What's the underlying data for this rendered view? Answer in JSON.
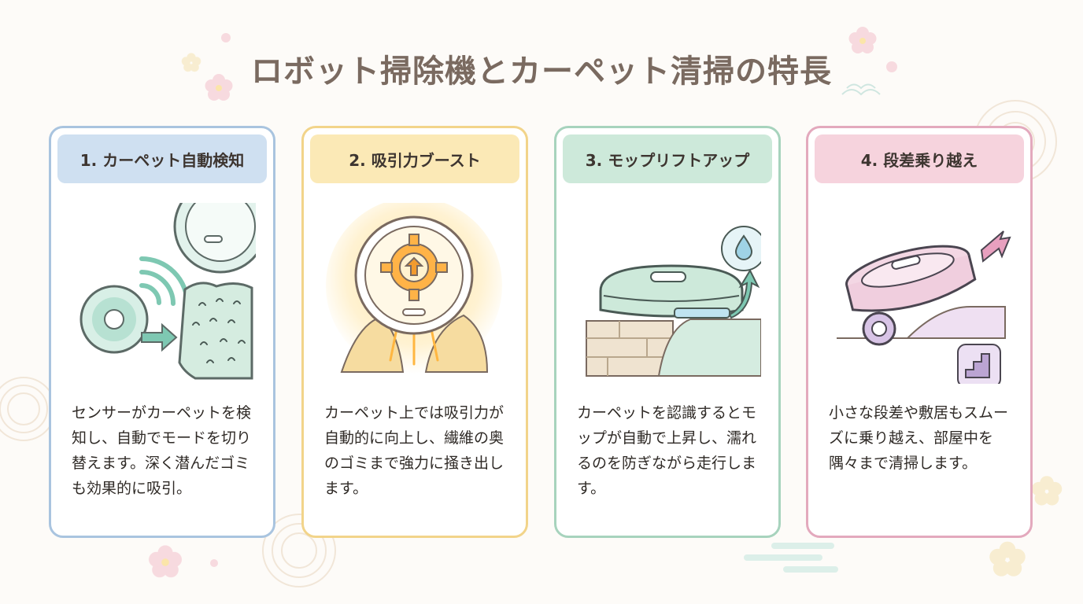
{
  "title": "ロボット掃除機とカーペット清掃の特長",
  "colors": {
    "title": "#7a6a60",
    "card1_accent": "#cfe0f1",
    "card2_accent": "#fbe9b6",
    "card3_accent": "#cde9da",
    "card4_accent": "#f6d3dd"
  },
  "cards": [
    {
      "heading": "1. カーペット自動検知",
      "description": "センサーがカーペットを検知し、自動でモードを切り替えます。深く潜んだゴミも効果的に吸引。",
      "icon": "carpet-sensor-icon"
    },
    {
      "heading": "2. 吸引力ブースト",
      "description": "カーペット上では吸引力が自動的に向上し、繊維の奥のゴミまで強力に掻き出します。",
      "icon": "suction-boost-icon"
    },
    {
      "heading": "3. モップリフトアップ",
      "description": "カーペットを認識するとモップが自動で上昇し、濡れるのを防ぎながら走行します。",
      "icon": "mop-lift-icon"
    },
    {
      "heading": "4. 段差乗り越え",
      "description": "小さな段差や敷居もスムーズに乗り越え、部屋中を隅々まで清掃します。",
      "icon": "step-climb-icon"
    }
  ]
}
